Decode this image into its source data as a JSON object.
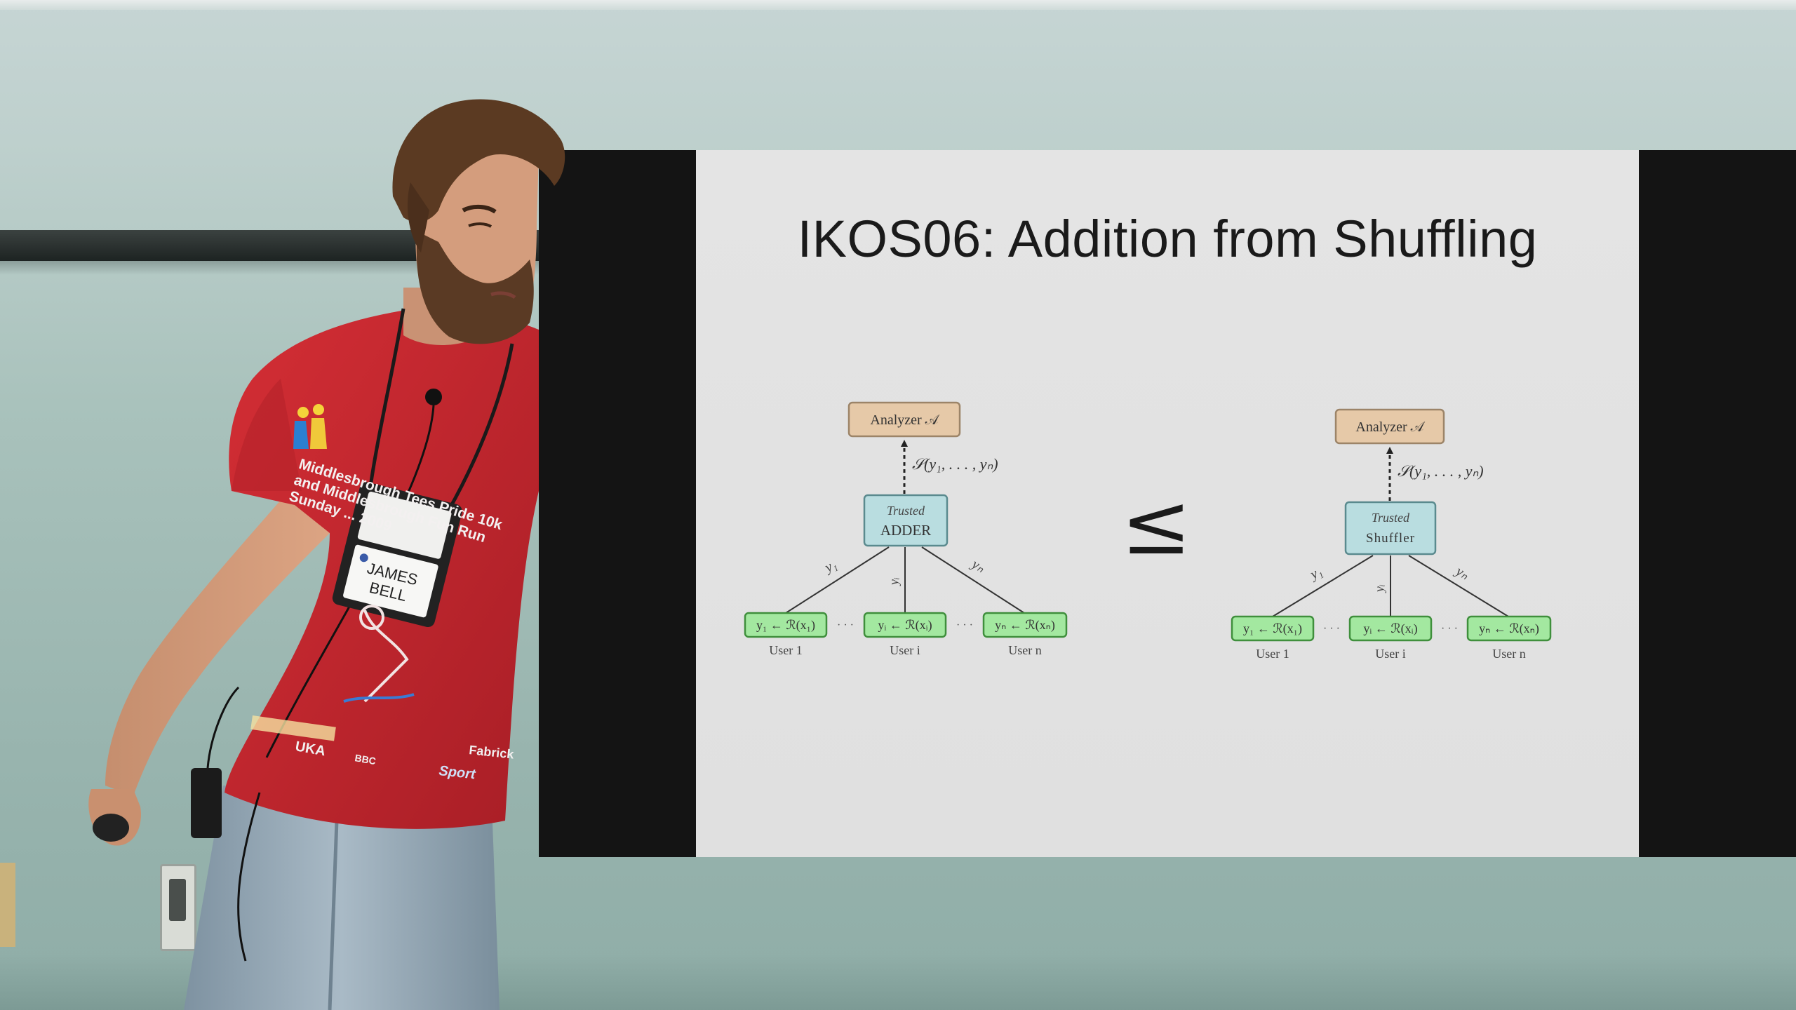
{
  "slide": {
    "title": "IKOS06: Addition from Shuffling",
    "relation_symbol": "≤",
    "left_diagram": {
      "analyzer_label": "Analyzer 𝒜",
      "output_label": "𝒮(y₁, . . . , yₙ)",
      "trusted_label": "Trusted",
      "box_label": "ADDER",
      "edge_labels": [
        "y₁",
        "yᵢ",
        "yₙ"
      ],
      "users": [
        {
          "formula": "y₁ ← ℛ(x₁)",
          "caption": "User 1"
        },
        {
          "formula": "yᵢ ← ℛ(xᵢ)",
          "caption": "User i"
        },
        {
          "formula": "yₙ ← ℛ(xₙ)",
          "caption": "User n"
        }
      ],
      "dots": "· · ·"
    },
    "right_diagram": {
      "analyzer_label": "Analyzer 𝒜",
      "output_label": "𝒮(y₁, . . . , yₙ)",
      "trusted_label": "Trusted",
      "box_label": "Shuffler",
      "edge_labels": [
        "y₁",
        "yᵢ",
        "yₙ"
      ],
      "users": [
        {
          "formula": "y₁ ← ℛ(x₁)",
          "caption": "User 1"
        },
        {
          "formula": "yᵢ ← ℛ(xᵢ)",
          "caption": "User i"
        },
        {
          "formula": "yₙ ← ℛ(xₙ)",
          "caption": "User n"
        }
      ],
      "dots": "· · ·"
    }
  },
  "speaker": {
    "name_tag_line1": "JAMES",
    "name_tag_line2": "BELL",
    "shirt_text": [
      "Middlesbrough Tees Pride 10k",
      "and Middlesbrough Fun Run",
      "Sunday ... 2009"
    ],
    "sponsor_text": [
      "UKA",
      "BBC",
      "Fabrick",
      "Sport"
    ]
  },
  "colors": {
    "analyzer_fill": "#e6c9a8",
    "analyzer_stroke": "#9c8468",
    "trusted_fill": "#b9dde0",
    "trusted_stroke": "#5a8a8e",
    "user_fill": "#a3e8a0",
    "user_stroke": "#3f8f3c",
    "shirt": "#c8272f",
    "jeans": "#8fa3b2"
  }
}
